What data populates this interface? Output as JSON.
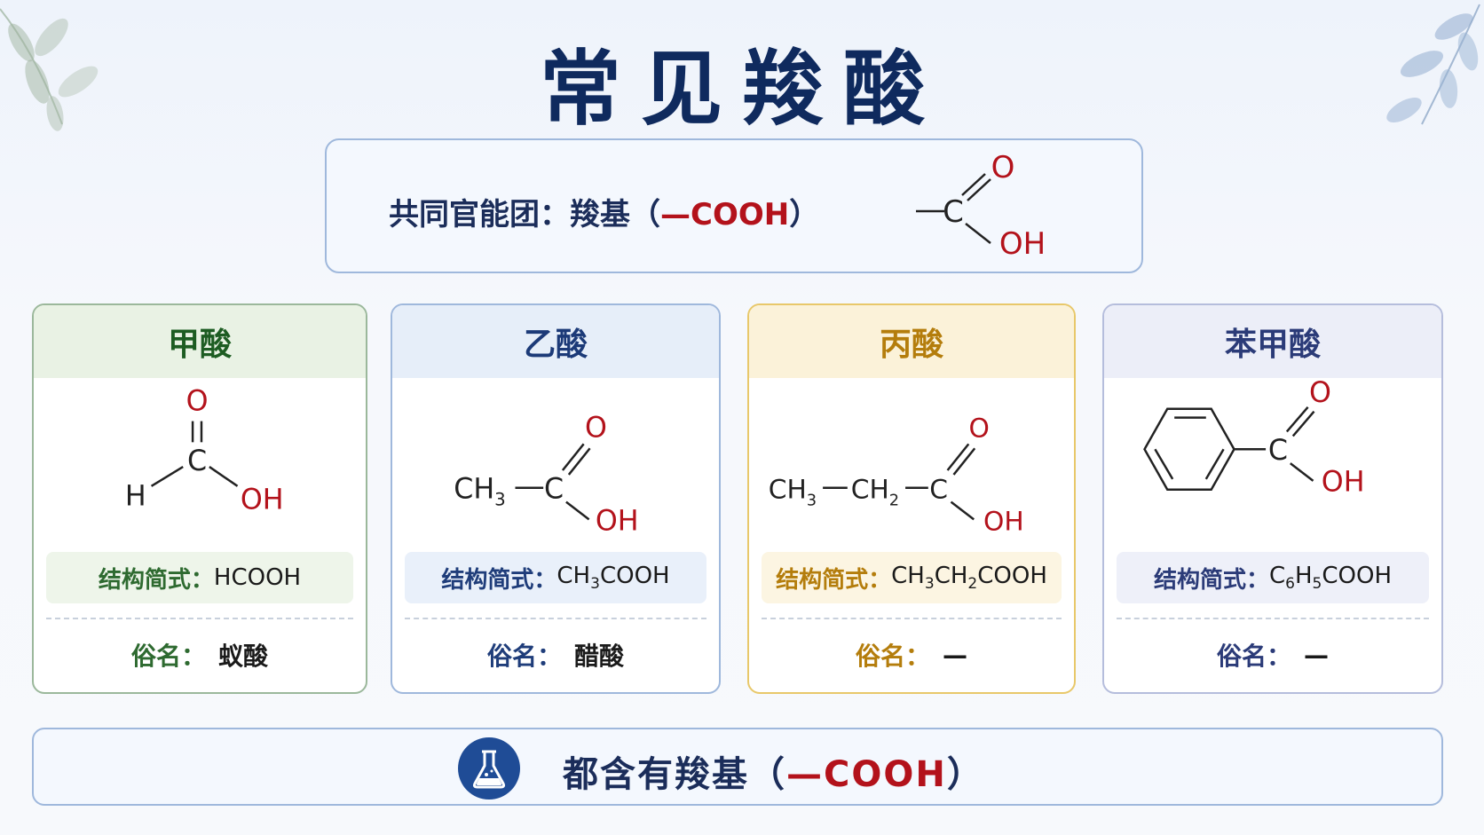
{
  "title": "常见羧酸",
  "functional_group": {
    "label": "共同官能团：羧基（",
    "dash": "—",
    "group": "COOH",
    "close": "）",
    "struct": {
      "c": "C",
      "o": "O",
      "oh": "OH"
    }
  },
  "cards": [
    {
      "name": "甲酸",
      "struct_atoms": {
        "h": "H",
        "c": "C",
        "o": "O",
        "oh": "OH"
      },
      "formula_label": "结构简式：",
      "formula": "HCOOH",
      "common_label": "俗名：",
      "common_name": "蚁酸"
    },
    {
      "name": "乙酸",
      "struct_atoms": {
        "ch3": "CH",
        "sub3": "3",
        "c": "C",
        "o": "O",
        "oh": "OH"
      },
      "formula_label": "结构简式：",
      "formula_parts": [
        "CH",
        "3",
        "COOH"
      ],
      "common_label": "俗名：",
      "common_name": "醋酸"
    },
    {
      "name": "丙酸",
      "struct_atoms": {
        "ch3": "CH",
        "sub3": "3",
        "ch2": "CH",
        "sub2": "2",
        "c": "C",
        "o": "O",
        "oh": "OH"
      },
      "formula_label": "结构简式：",
      "formula_parts": [
        "CH",
        "3",
        "CH",
        "2",
        "COOH"
      ],
      "common_label": "俗名：",
      "common_name": "—"
    },
    {
      "name": "苯甲酸",
      "struct_atoms": {
        "c": "C",
        "o": "O",
        "oh": "OH"
      },
      "formula_label": "结构简式：",
      "formula_parts": [
        "C",
        "6",
        "H",
        "5",
        "COOH"
      ],
      "common_label": "俗名：",
      "common_name": "—"
    }
  ],
  "summary": {
    "text": "都含有羧基（",
    "dash": "—",
    "group": "COOH",
    "close": "）",
    "icon": "flask-icon"
  },
  "colors": {
    "title": "#0f2a5e",
    "acid_red": "#b3121b",
    "green": "#2e6a30",
    "blue": "#1f3d7a",
    "gold": "#b47d0c",
    "indigo": "#2b3b78"
  }
}
